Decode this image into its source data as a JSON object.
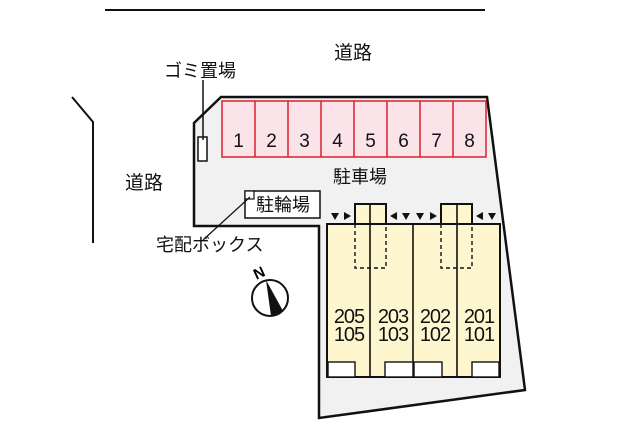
{
  "colors": {
    "lot_fill": "#f1f1f1",
    "parking_fill": "#fbe3ea",
    "parking_border": "#d9202f",
    "building_fill": "#fdf6cf",
    "line": "#111111"
  },
  "labels": {
    "road_top": "道路",
    "road_left": "道路",
    "garbage": "ゴミ置場",
    "parking_lot": "駐車場",
    "bicycle_parking": "駐輪場",
    "delivery_box": "宅配ボックス",
    "north": "N"
  },
  "parking_spaces": [
    "1",
    "2",
    "3",
    "4",
    "5",
    "6",
    "7",
    "8"
  ],
  "units": [
    {
      "upper": "205",
      "lower": "105"
    },
    {
      "upper": "203",
      "lower": "103"
    },
    {
      "upper": "202",
      "lower": "102"
    },
    {
      "upper": "201",
      "lower": "101"
    }
  ]
}
